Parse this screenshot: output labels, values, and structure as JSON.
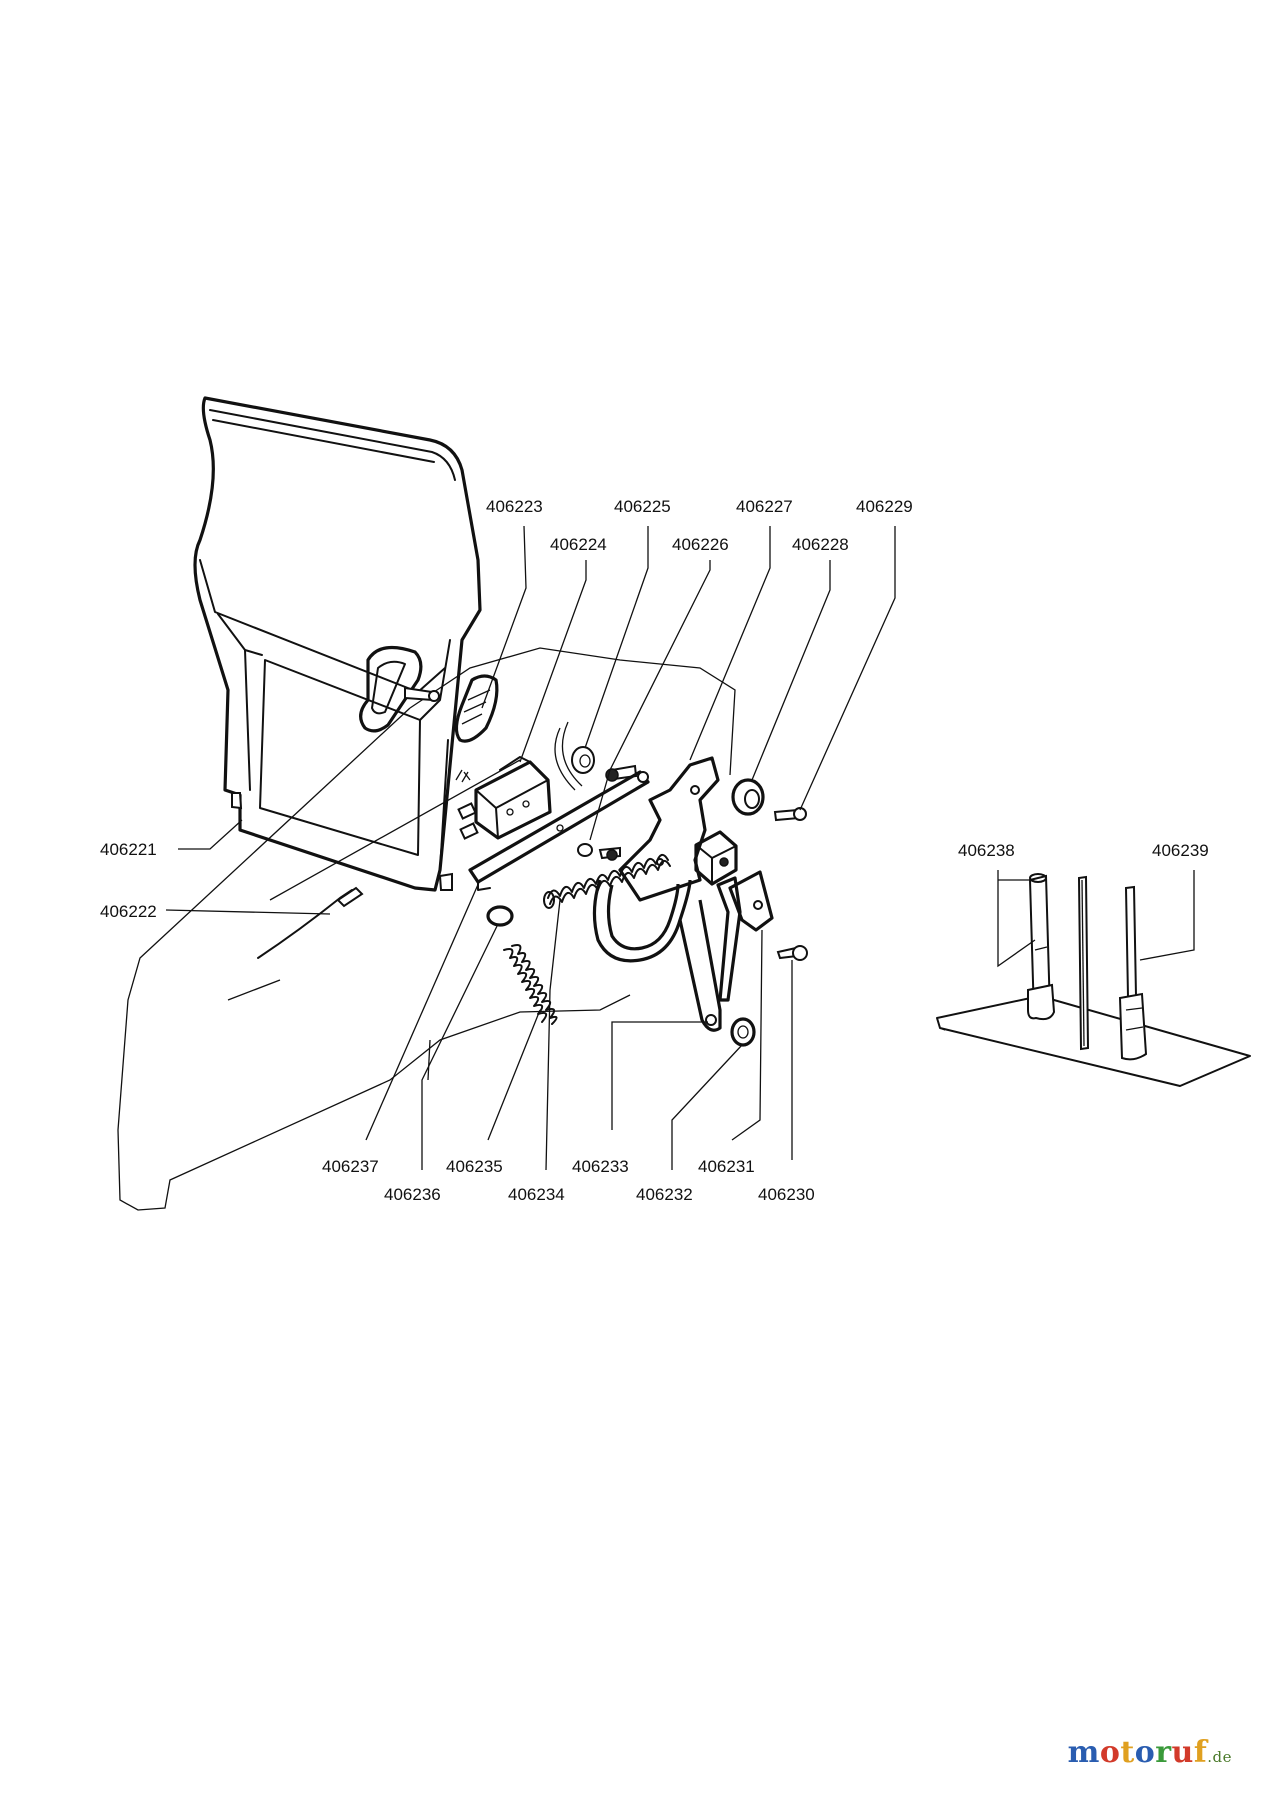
{
  "labels": {
    "p406221": "406221",
    "p406222": "406222",
    "p406223": "406223",
    "p406224": "406224",
    "p406225": "406225",
    "p406226": "406226",
    "p406227": "406227",
    "p406228": "406228",
    "p406229": "406229",
    "p406230": "406230",
    "p406231": "406231",
    "p406232": "406232",
    "p406233": "406233",
    "p406234": "406234",
    "p406235": "406235",
    "p406236": "406236",
    "p406237": "406237",
    "p406238": "406238",
    "p406239": "406239"
  },
  "logo": {
    "letters": [
      "m",
      "o",
      "t",
      "o",
      "r",
      "u",
      "f"
    ],
    "colors": [
      "#2a5db0",
      "#d23a2a",
      "#e0a020",
      "#2a5db0",
      "#3a9a3a",
      "#d23a2a",
      "#e0a020"
    ],
    "tld": ".de"
  }
}
